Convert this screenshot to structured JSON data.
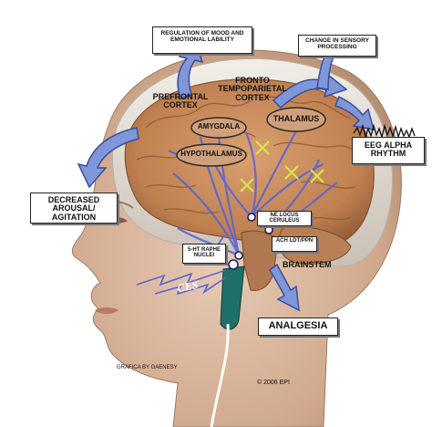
{
  "labels": {
    "regulation": "REGULATION OF MOOD AND EMOTIONAL LABILITY",
    "change_sensory": "CHANGE IN SENSORY PROCESSING",
    "prefrontal": "PREFRONTAL CORTEX",
    "fronto": "FRONTO TEMPOPARIETAL CORTEX",
    "amygdala": "AMYGDALA",
    "thalamus": "THALAMUS",
    "hypothalamus": "HYPOTHALAMUS",
    "eeg": "EEG ALPHA RHYTHM",
    "decreased": "DECREASED AROUSAL/ AGITATION",
    "ne": "NE LOCUS CERULEUS",
    "ach": "ACh LDT/PPN",
    "serotonin": "5-HT RAPHE NUCLEI",
    "brainstem": "BRAINSTEM",
    "ces": "CES",
    "analgesia": "ANALGESIA"
  },
  "credits": {
    "grafica": "GRAFICA BY GAENESY",
    "copyright": "© 2006 EPI"
  },
  "colors": {
    "arrow_fill": "#7f96d8",
    "arrow_stroke": "#3c4f9a",
    "brain": "#c58a5a",
    "skin": "#d9b59c",
    "pathway": "#5a64d4",
    "cross": "#d9e34a"
  }
}
